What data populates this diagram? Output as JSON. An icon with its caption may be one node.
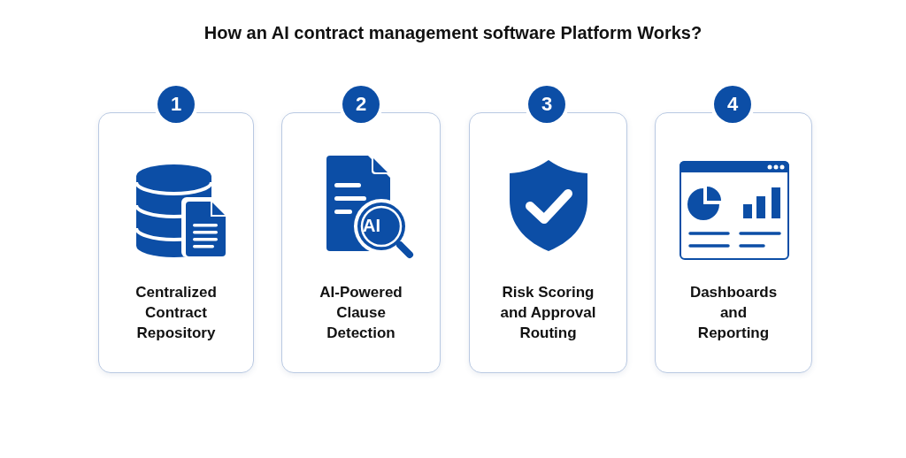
{
  "diagram": {
    "title": "How an AI contract management software Platform Works?",
    "nodes": [
      {
        "text": [
          "1"
        ]
      },
      {
        "text": [
          "Centralized Contract Repository"
        ]
      },
      {
        "text": [
          "2"
        ]
      },
      {
        "text": [
          "AI-Powered Clause Detection"
        ]
      },
      {
        "text": [
          "3"
        ]
      },
      {
        "text": [
          "Risk Scoring and Approval Routing"
        ]
      },
      {
        "text": [
          "4"
        ]
      },
      {
        "text": [
          "Dashboards and Reporting"
        ]
      }
    ],
    "labels": [
      "AI"
    ]
  }
}
